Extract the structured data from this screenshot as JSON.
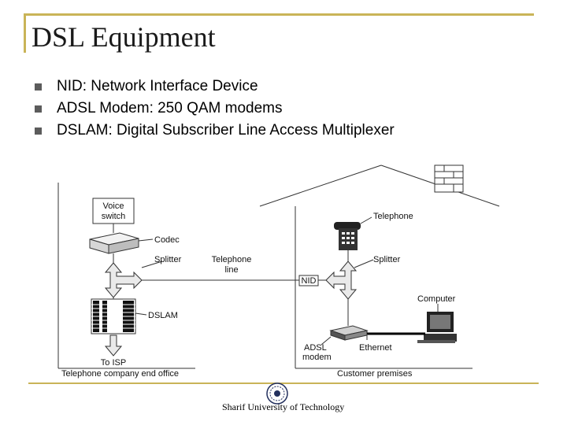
{
  "title": "DSL Equipment",
  "bullets": [
    "NID: Network Interface Device",
    "ADSL Modem: 250 QAM modems",
    "DSLAM: Digital Subscriber Line Access Multiplexer"
  ],
  "diagram": {
    "voice_switch": "Voice switch",
    "voice_switch_line1": "Voice",
    "voice_switch_line2": "switch",
    "codec": "Codec",
    "splitter_office": "Splitter",
    "telephone_line_1": "Telephone",
    "telephone_line_2": "line",
    "nid": "NID",
    "splitter_home": "Splitter",
    "telephone": "Telephone",
    "computer": "Computer",
    "dslam": "DSLAM",
    "adsl_modem_1": "ADSL",
    "adsl_modem_2": "modem",
    "ethernet": "Ethernet",
    "to_isp": "To ISP",
    "office_caption": "Telephone company end office",
    "customer_caption": "Customer premises"
  },
  "footer": "Sharif University of Technology"
}
